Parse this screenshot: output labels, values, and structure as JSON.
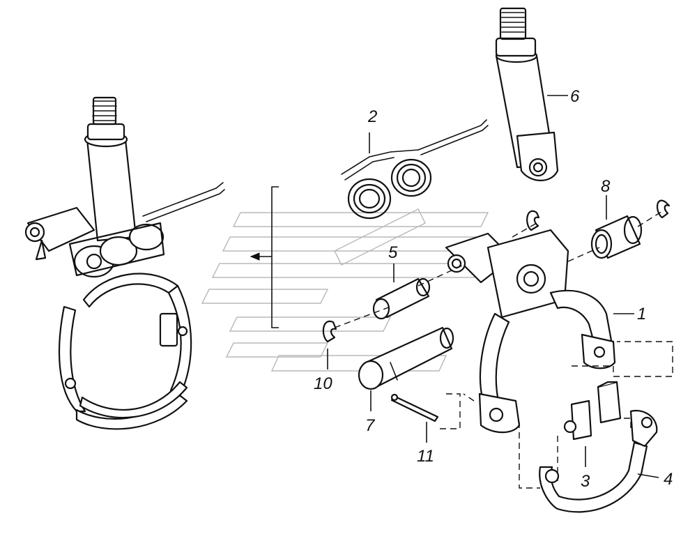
{
  "labels": {
    "p1": "1",
    "p2": "2",
    "p3": "3",
    "p4": "4",
    "p5": "5",
    "p6": "6",
    "p7": "7",
    "p8": "8",
    "p10": "10",
    "p11": "11"
  },
  "colors": {
    "line": "#111111",
    "watermark": "#b8b8b8",
    "background": "#ffffff"
  }
}
